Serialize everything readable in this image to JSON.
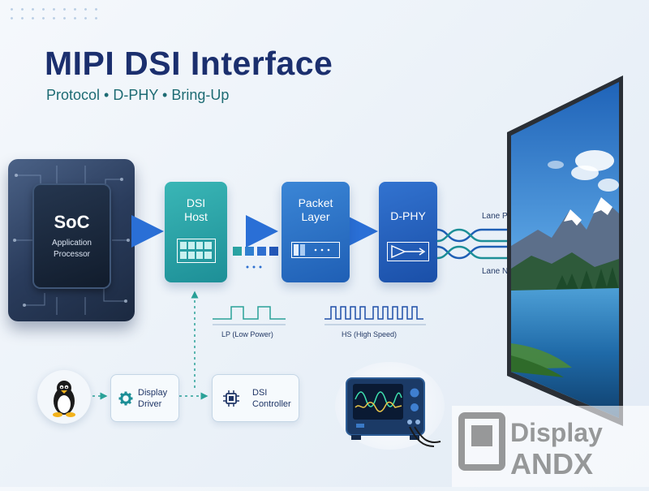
{
  "header": {
    "title": "MIPI DSI Interface",
    "subtitle": "Protocol • D-PHY • Bring-Up"
  },
  "soc": {
    "title": "SoC",
    "subtitle_line1": "Application",
    "subtitle_line2": "Processor"
  },
  "blocks": {
    "dsi_host_line1": "DSI",
    "dsi_host_line2": "Host",
    "packet_line1": "Packet",
    "packet_line2": "Layer",
    "dphy": "D-PHY"
  },
  "lanes": {
    "p": "Lane P",
    "n": "Lane N"
  },
  "waveforms": {
    "lp": "LP (Low Power)",
    "hs": "HS (High Speed)"
  },
  "software": {
    "driver_line1": "Display",
    "driver_line2": "Driver",
    "controller_line1": "DSI",
    "controller_line2": "Controller"
  },
  "icons": [
    "tux-icon",
    "gear-icon",
    "chip-icon",
    "oscilloscope-icon"
  ],
  "watermark": {
    "text_top": "Display",
    "text_bottom": "ANDX"
  },
  "colors": {
    "title": "#1b2f6e",
    "subtitle": "#1d6b73",
    "teal": "#1d8f97",
    "blue": "#1f5fb5",
    "arrow": "#2a6fd6"
  }
}
